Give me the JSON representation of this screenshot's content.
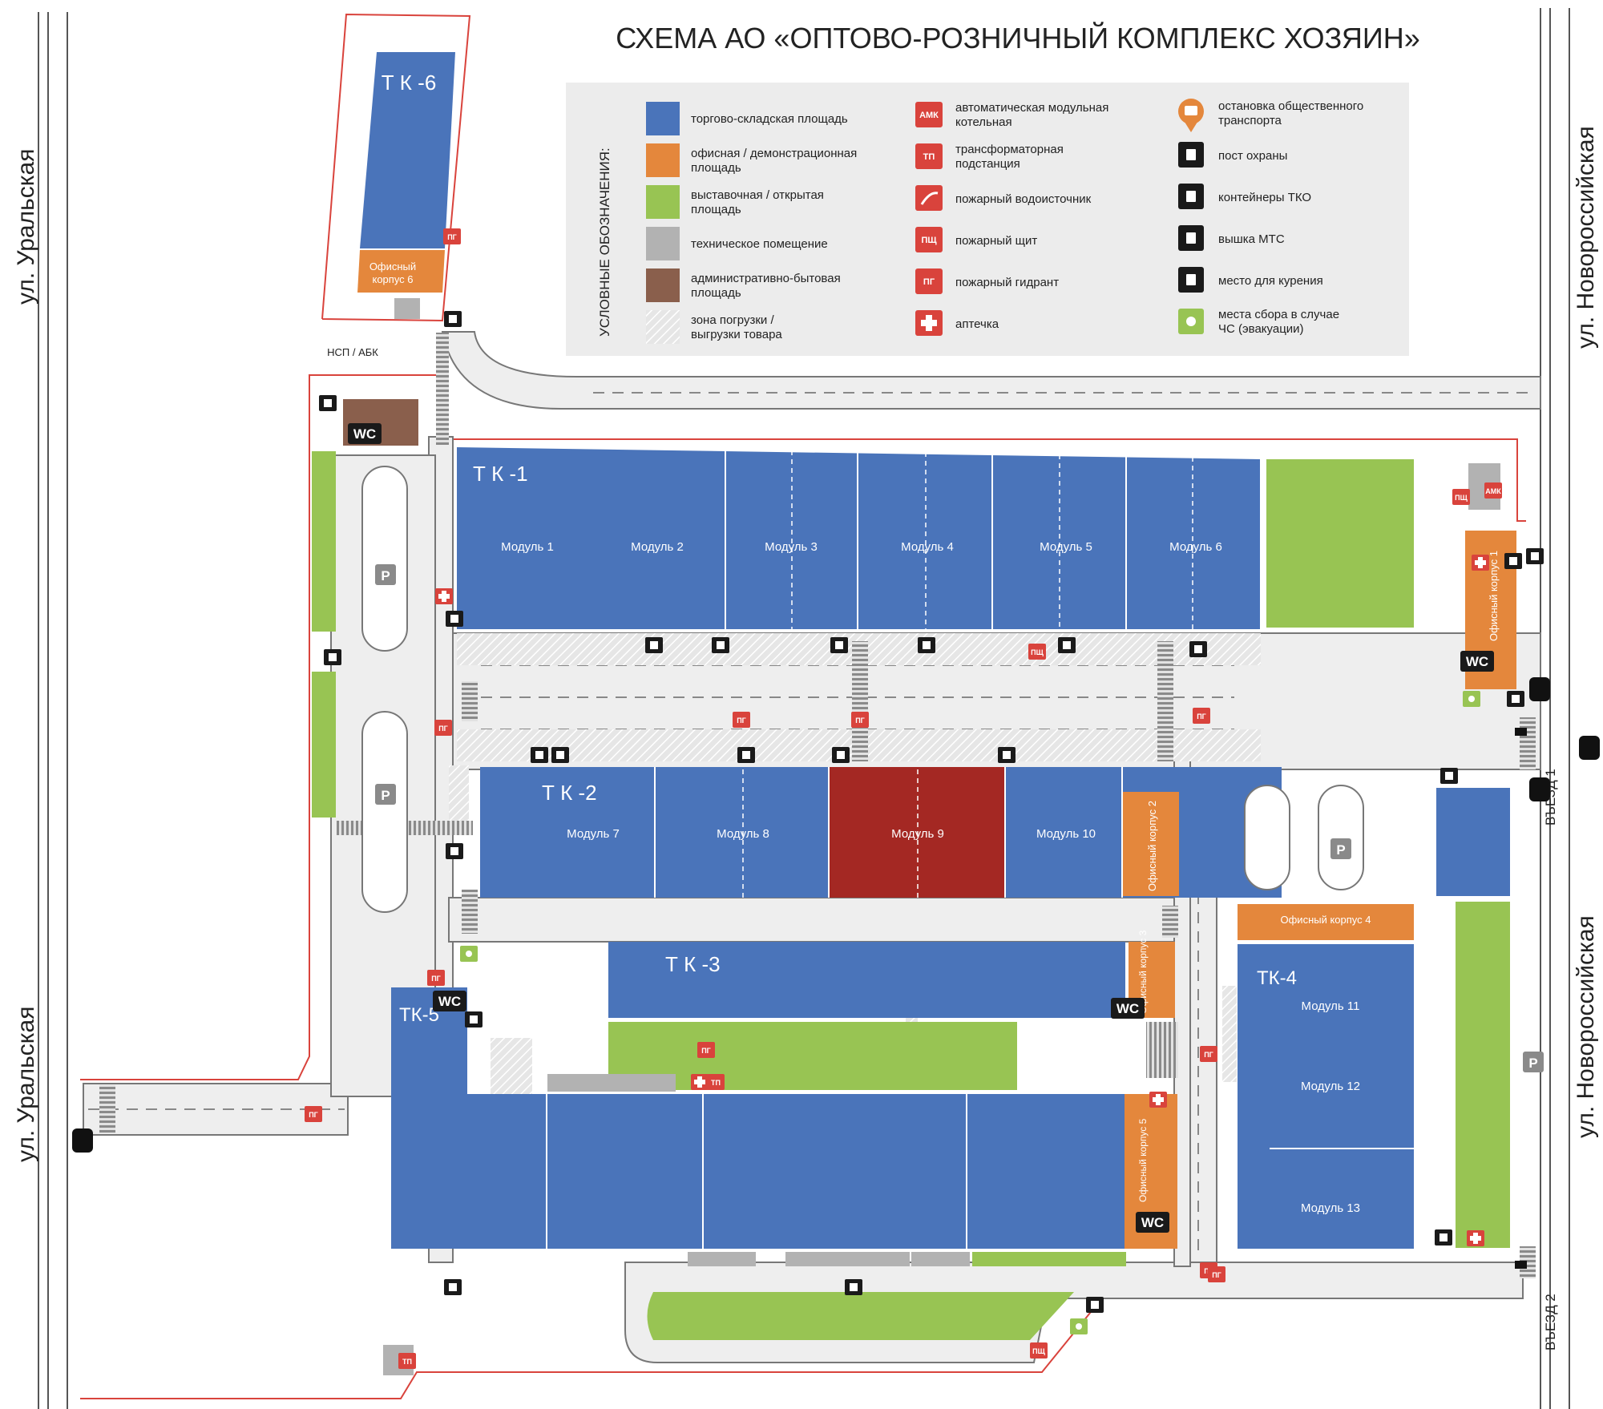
{
  "title": "СХЕМА АО «ОПТОВО-РОЗНИЧНЫЙ КОМПЛЕКС ХОЗЯИН»",
  "legend": {
    "heading": "УСЛОВНЫЕ ОБОЗНАЧЕНИЯ:",
    "areas": [
      {
        "line1": "торгово-складская площадь",
        "line2": "",
        "color": "#4a74ba"
      },
      {
        "line1": "офисная / демонстрационная",
        "line2": "площадь",
        "color": "#e4873c"
      },
      {
        "line1": "выставочная / открытая",
        "line2": "площадь",
        "color": "#98c453"
      },
      {
        "line1": "техническое помещение",
        "line2": "",
        "color": "#b2b2b2"
      },
      {
        "line1": "административно-бытовая",
        "line2": "площадь",
        "color": "#8a5f4c"
      },
      {
        "line1": "зона погрузки /",
        "line2": "выгрузки товара",
        "color": "hatch"
      }
    ],
    "symbols_mid": [
      {
        "badge": "АМК",
        "line1": "автоматическая модульная",
        "line2": "котельная"
      },
      {
        "badge": "ТП",
        "line1": "трансформаторная",
        "line2": "подстанция"
      },
      {
        "badge": "hydrant",
        "line1": "пожарный водоисточник",
        "line2": ""
      },
      {
        "badge": "ПЩ",
        "line1": "пожарный щит",
        "line2": ""
      },
      {
        "badge": "ПГ",
        "line1": "пожарный гидрант",
        "line2": ""
      },
      {
        "badge": "cross",
        "line1": "аптечка",
        "line2": ""
      }
    ],
    "symbols_right": [
      {
        "icon": "bus-stop-icon",
        "line1": "остановка общественного",
        "line2": "транспорта"
      },
      {
        "icon": "guard-post-icon",
        "line1": "пост охраны",
        "line2": ""
      },
      {
        "icon": "trash-icon",
        "line1": "контейнеры ТКО",
        "line2": ""
      },
      {
        "icon": "cell-tower-icon",
        "line1": "вышка МТС",
        "line2": ""
      },
      {
        "icon": "smoking-icon",
        "line1": "место для курения",
        "line2": ""
      },
      {
        "icon": "assembly-point-icon",
        "line1": "места сбора в случае",
        "line2": "ЧС (эвакуации)"
      }
    ]
  },
  "streets": {
    "uralskaya": "ул. Уральская",
    "novorossiyskaya": "ул. Новороссийская"
  },
  "entries": {
    "entry1": "ВЪЕЗД 1",
    "entry2": "ВЪЕЗД 2"
  },
  "buildings": {
    "tk1": "Т К -1",
    "tk2": "Т К -2",
    "tk3": "Т К -3",
    "tk4": "ТК-4",
    "tk5": "ТК-5",
    "tk6": "Т К -6",
    "nsp": "НСП / АБК",
    "office1": "Офисный корпус 1",
    "office2": "Офисный корпус 2",
    "office3": "Офисный корпус 3",
    "office4": "Офисный корпус 4",
    "office5": "Офисный корпус 5",
    "office6a": "Офисный",
    "office6b": "корпус 6"
  },
  "modules": {
    "m1": "Модуль 1",
    "m2": "Модуль 2",
    "m3": "Модуль 3",
    "m4": "Модуль 4",
    "m5": "Модуль 5",
    "m6": "Модуль 6",
    "m7": "Модуль 7",
    "m8": "Модуль 8",
    "m9": "Модуль 9",
    "m10": "Модуль 10",
    "m11": "Модуль 11",
    "m12": "Модуль 12",
    "m13": "Модуль 13"
  },
  "badges": {
    "pg": "ПГ",
    "tp": "ТП",
    "psh": "ПЩ",
    "amk": "АМК",
    "wc": "WC",
    "parking": "P"
  },
  "colors": {
    "warehouse": "#4a74ba",
    "office": "#e4873c",
    "exhibition": "#98c453",
    "technical": "#b2b2b2",
    "admin": "#8a5f4c",
    "highlight": "#a42823",
    "badge_red": "#d9433c",
    "road": "#ededed",
    "boundary": "#d9433c"
  }
}
